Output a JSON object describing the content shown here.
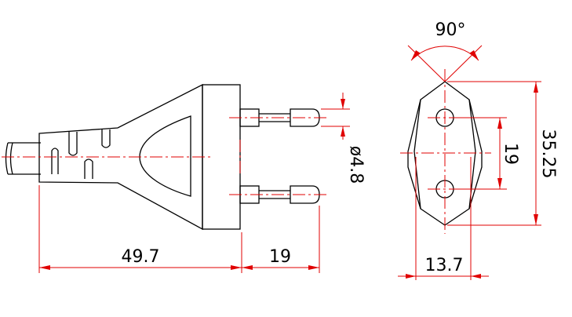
{
  "diagram": {
    "side_view": {
      "dim_length": "49.7",
      "dim_pin_length": "19",
      "dim_pin_diameter": "ø4.8"
    },
    "front_view": {
      "dim_angle": "90°",
      "dim_pin_spacing": "19",
      "dim_height": "35.25",
      "dim_width": "13.7"
    },
    "colors": {
      "outline": "#000000",
      "dimension": "#e00000"
    }
  }
}
